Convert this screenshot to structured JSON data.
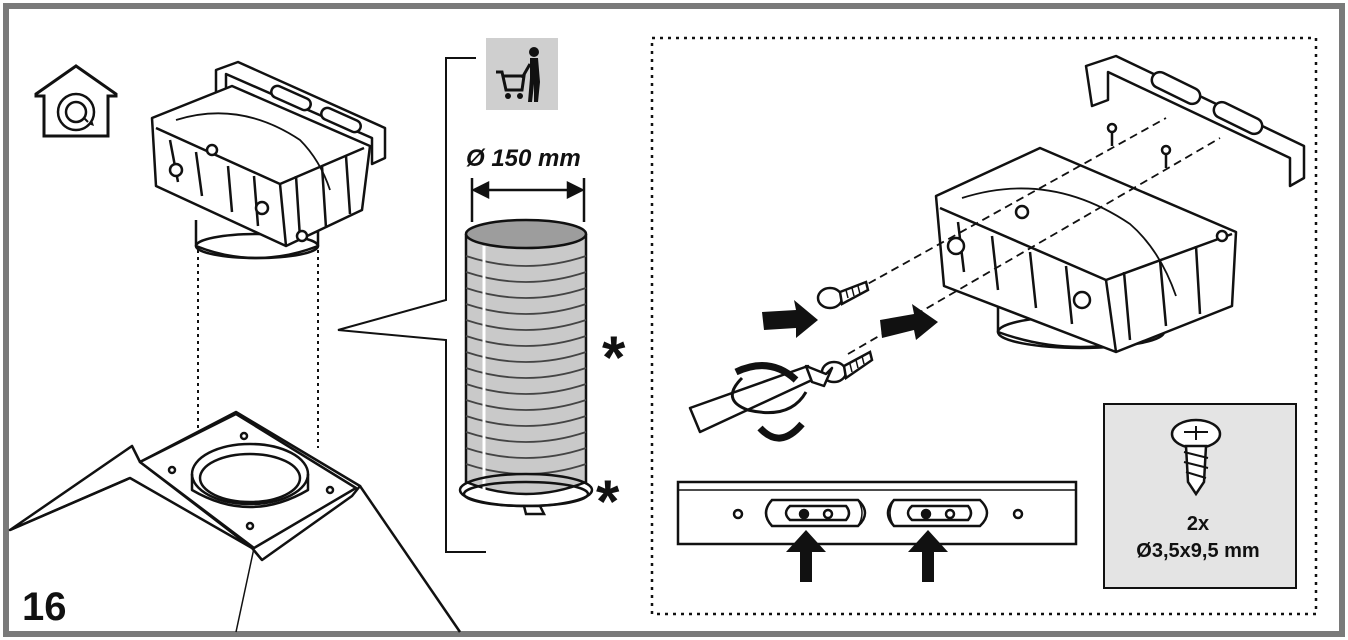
{
  "step_number": "16",
  "duct": {
    "diameter_label": "Ø 150 mm",
    "asterisk_top": "*",
    "asterisk_bottom": "*"
  },
  "screw_box": {
    "quantity": "2x",
    "size": "Ø3,5x9,5 mm"
  },
  "icons": {
    "recirculation": "house-recirculation-icon",
    "purchase": "shopping-cart-icon"
  },
  "colors": {
    "frame": "#7a7a7a",
    "line": "#111111",
    "duct_fill": "#c9c9c9",
    "box_fill": "#e4e4e4",
    "icon_bg": "#cfcfcf"
  }
}
